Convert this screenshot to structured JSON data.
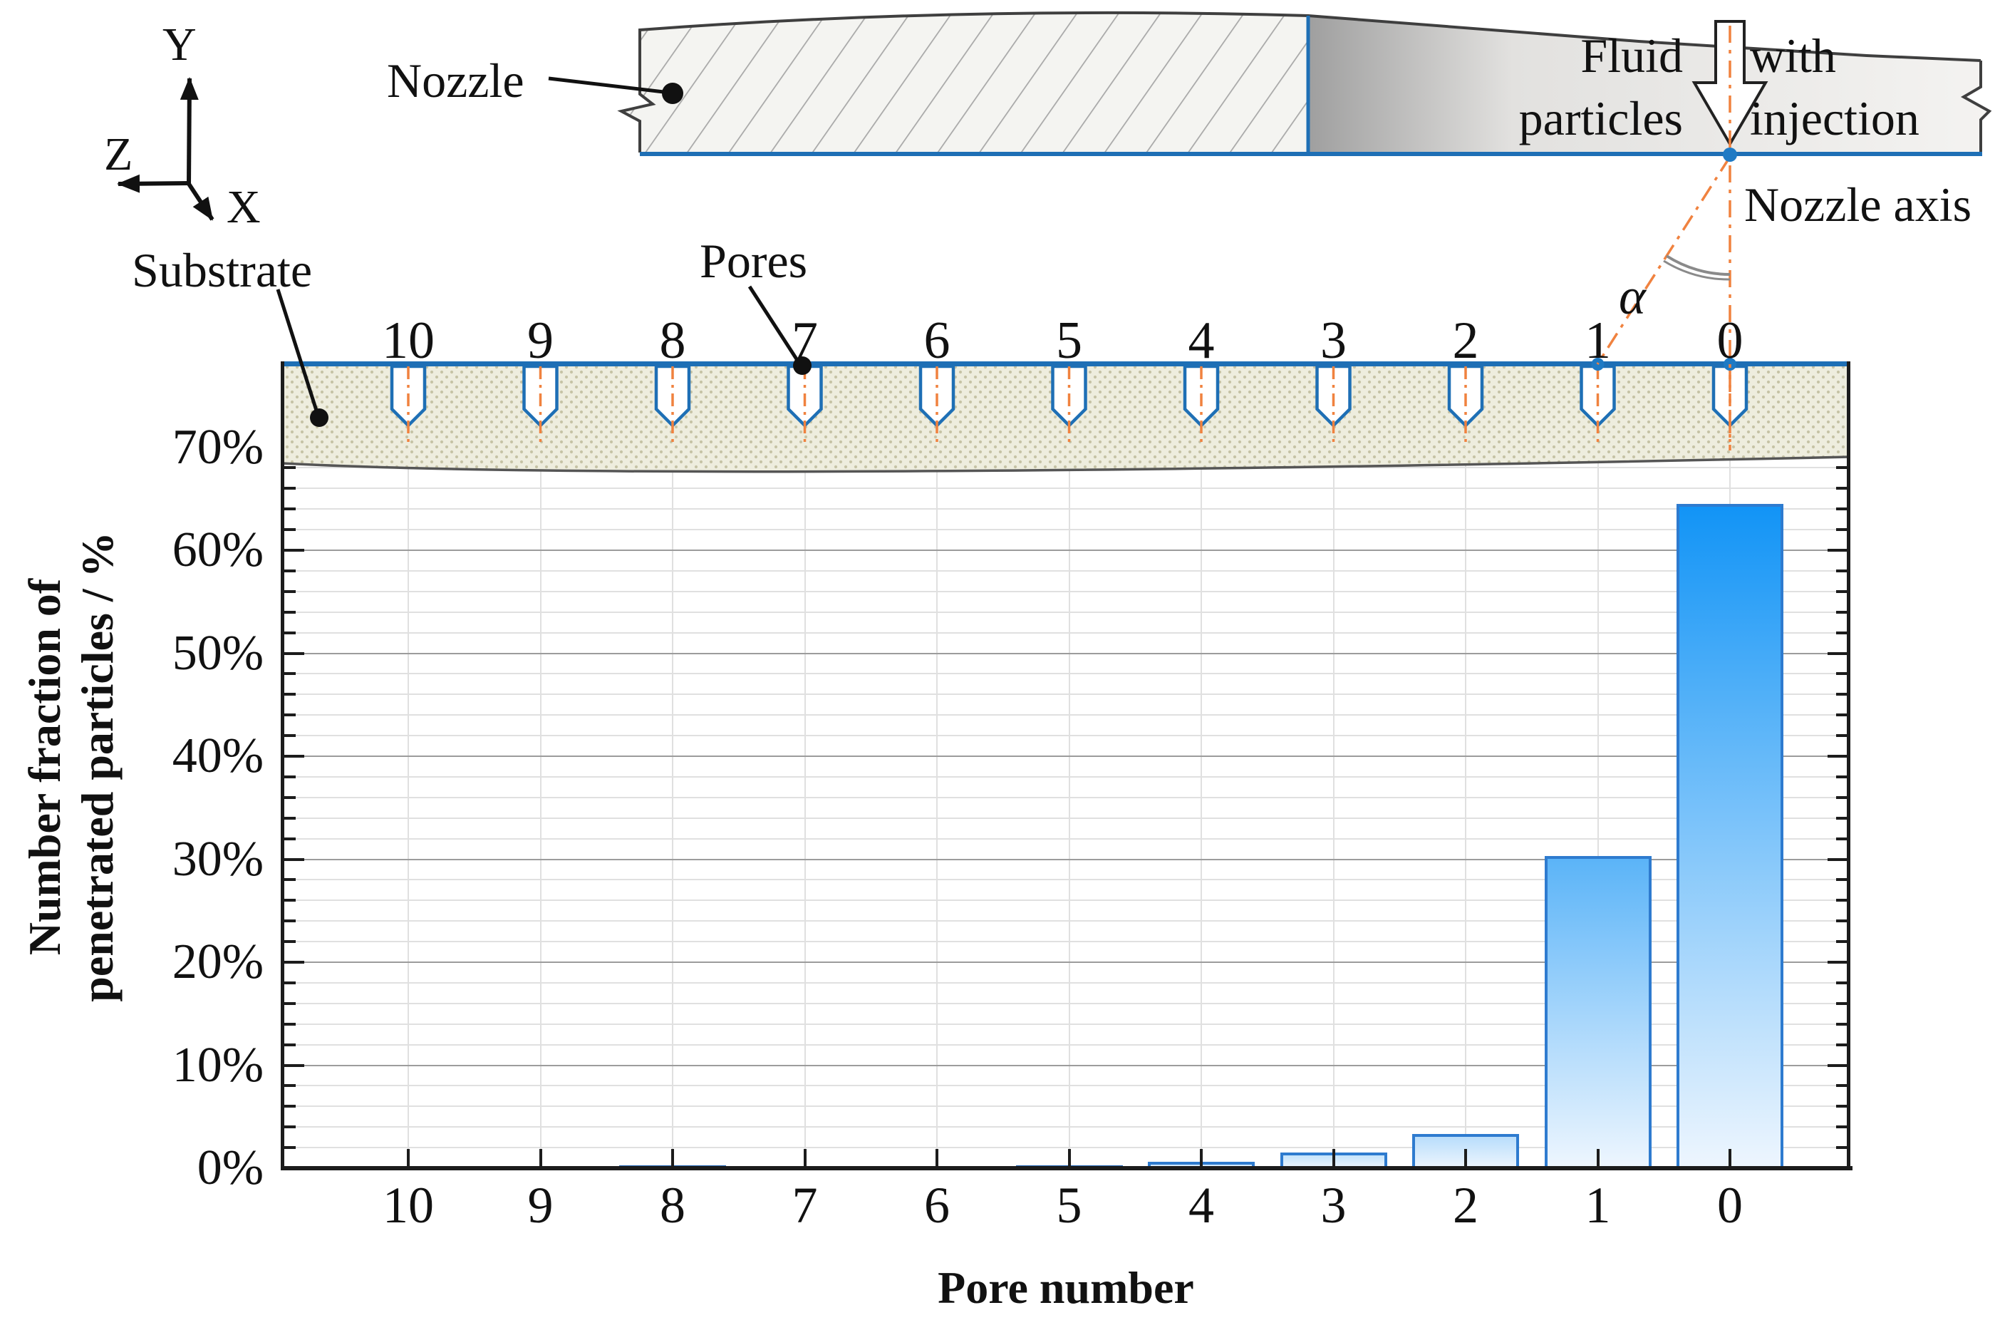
{
  "schematic": {
    "triad": {
      "y": "Y",
      "z": "Z",
      "x": "X"
    },
    "nozzle_label": "Nozzle",
    "substrate_label": "Substrate",
    "pores_label": "Pores",
    "fluid_label": [
      "Fluid",
      "particles"
    ],
    "injection_label": [
      "with",
      "injection"
    ],
    "nozzle_axis_label": "Nozzle axis",
    "angle_label": "α",
    "pore_top_labels": [
      "10",
      "9",
      "8",
      "7",
      "6",
      "5",
      "4",
      "3",
      "2",
      "1",
      "0"
    ],
    "dot_pores": [
      "1",
      "0"
    ],
    "colors": {
      "outline_blue": "#1e6fb5",
      "centerline_orange": "#f0823f",
      "substrate_fill": "#eeedde",
      "substrate_dot": "#c6c3a6",
      "nozzle_hatch_line": "#a8a8a8",
      "nozzle_gray": "#a0a0a0",
      "leader_black": "#111111",
      "marker_dot_blue": "#1f7ac4",
      "angle_arc_gray": "#8a8a8a"
    }
  },
  "chart_data": {
    "type": "bar",
    "title": "",
    "xlabel": "Pore number",
    "ylabel": "Number fraction of penetrated particles / %",
    "ylabel_lines": [
      "Number fraction of",
      "penetrated particles / %"
    ],
    "categories": [
      "10",
      "9",
      "8",
      "7",
      "6",
      "5",
      "4",
      "3",
      "2",
      "1",
      "0"
    ],
    "values": [
      0,
      0,
      0.3,
      0,
      0,
      0.3,
      0.6,
      1.5,
      3.3,
      30.3,
      64.5
    ],
    "y_tick_labels": [
      "0%",
      "10%",
      "20%",
      "30%",
      "40%",
      "50%",
      "60%",
      "70%"
    ],
    "ylim": [
      0,
      78
    ],
    "y_major_step": 10,
    "y_minor_step": 2,
    "grid": true,
    "legend": false,
    "colors": {
      "bar_border": "#2e7bcf",
      "bar_gradient_top": "#0a90f6",
      "bar_gradient_bottom": "#eef6fe",
      "tiny_bar": "#1d5fae",
      "grid_major": "#9c9c9c",
      "grid_minor": "#e0e0e0",
      "axis": "#1c1c1c"
    }
  }
}
